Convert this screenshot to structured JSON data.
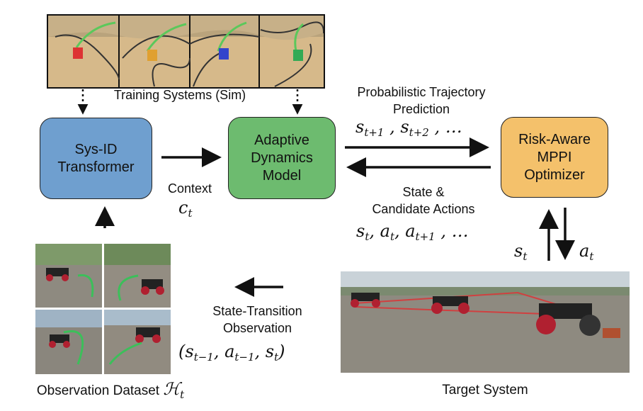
{
  "training_label": "Training Systems (Sim)",
  "sysid_line1": "Sys-ID",
  "sysid_line2": "Transformer",
  "dyn_line1": "Adaptive",
  "dyn_line2": "Dynamics",
  "dyn_line3": "Model",
  "mppi_line1": "Risk-Aware",
  "mppi_line2": "MPPI",
  "mppi_line3": "Optimizer",
  "pred_line1": "Probabilistic Trajectory",
  "pred_line2": "Prediction",
  "context_label": "Context",
  "state_line1": "State &",
  "state_line2": "Candidate Actions",
  "transition_line1": "State-Transition",
  "transition_line2": "Observation",
  "obs_dataset_label": "Observation Dataset",
  "target_label": "Target System",
  "colors": {
    "sysid": "#6f9fcf",
    "dynamics": "#6dbb6f",
    "mppi": "#f4c16b",
    "sand": "#d6b98a",
    "gravel": "#8e8a80"
  }
}
